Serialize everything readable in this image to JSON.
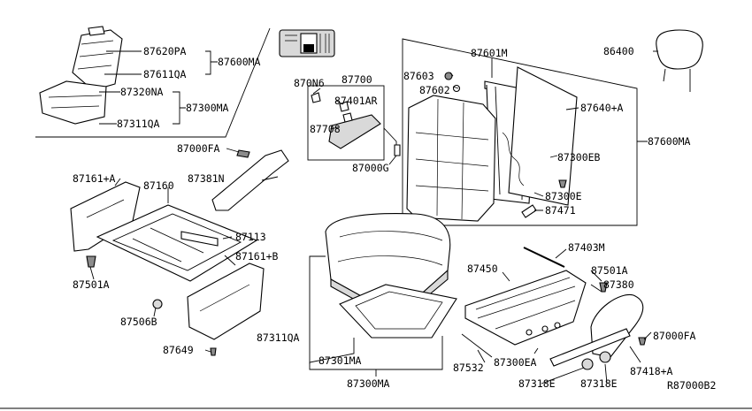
{
  "diagram": {
    "code": "R87000B2",
    "callouts": [
      {
        "id": "c-87620PA",
        "text": "87620PA"
      },
      {
        "id": "c-87611QA",
        "text": "87611QA"
      },
      {
        "id": "c-87600MA-inset",
        "text": "87600MA"
      },
      {
        "id": "c-87320NA",
        "text": "87320NA"
      },
      {
        "id": "c-87300MA-inset",
        "text": "87300MA"
      },
      {
        "id": "c-87311QA-inset",
        "text": "87311QA"
      },
      {
        "id": "c-870N6",
        "text": "870N6"
      },
      {
        "id": "c-87700",
        "text": "87700"
      },
      {
        "id": "c-87401AR",
        "text": "87401AR"
      },
      {
        "id": "c-87708",
        "text": "87708"
      },
      {
        "id": "c-87000G",
        "text": "87000G"
      },
      {
        "id": "c-87000FA-left",
        "text": "87000FA"
      },
      {
        "id": "c-87381N",
        "text": "87381N"
      },
      {
        "id": "c-87161A",
        "text": "87161+A"
      },
      {
        "id": "c-87160",
        "text": "87160"
      },
      {
        "id": "c-87113",
        "text": "87113"
      },
      {
        "id": "c-87161B",
        "text": "87161+B"
      },
      {
        "id": "c-87501A-left",
        "text": "87501A"
      },
      {
        "id": "c-87506B",
        "text": "87506B"
      },
      {
        "id": "c-87649",
        "text": "87649"
      },
      {
        "id": "c-87601M",
        "text": "87601M"
      },
      {
        "id": "c-87603",
        "text": "87603"
      },
      {
        "id": "c-87602",
        "text": "87602"
      },
      {
        "id": "c-87640A",
        "text": "87640+A"
      },
      {
        "id": "c-87600MA-right",
        "text": "87600MA"
      },
      {
        "id": "c-87300EB",
        "text": "87300EB"
      },
      {
        "id": "c-87300E",
        "text": "87300E"
      },
      {
        "id": "c-87471",
        "text": "87471"
      },
      {
        "id": "c-86400",
        "text": "86400"
      },
      {
        "id": "c-87403M",
        "text": "87403M"
      },
      {
        "id": "c-87450",
        "text": "87450"
      },
      {
        "id": "c-87501A-right",
        "text": "87501A"
      },
      {
        "id": "c-87380",
        "text": "87380"
      },
      {
        "id": "c-87000FA-right",
        "text": "87000FA"
      },
      {
        "id": "c-87418A",
        "text": "87418+A"
      },
      {
        "id": "c-87311QA-main",
        "text": "87311QA"
      },
      {
        "id": "c-87301MA",
        "text": "87301MA"
      },
      {
        "id": "c-87300MA-main",
        "text": "87300MA"
      },
      {
        "id": "c-87532",
        "text": "87532"
      },
      {
        "id": "c-87300EA",
        "text": "87300EA"
      },
      {
        "id": "c-87318E-a",
        "text": "87318E"
      },
      {
        "id": "c-87318E-b",
        "text": "87318E"
      }
    ]
  }
}
